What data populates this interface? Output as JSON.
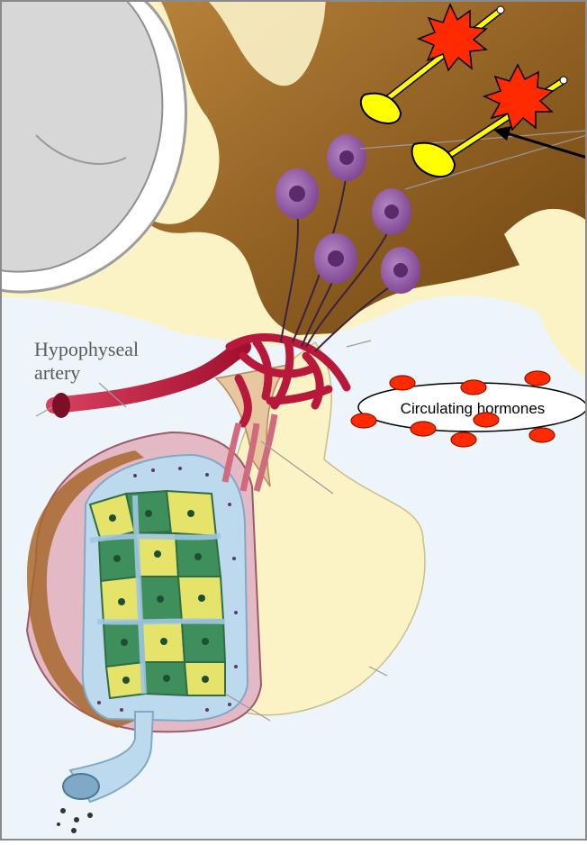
{
  "labels": {
    "hypophyseal_line1": "Hypophyseal",
    "hypophyseal_line2": "artery",
    "circulating_hormones": "Circulating hormones"
  },
  "colors": {
    "background": "#ffffff",
    "frame": "#8a8a8a",
    "brain_tissue": "#fbf2c6",
    "hypothalamus": "#9a6a2a",
    "cavity_gray": "#d9d9d9",
    "blood_vessel": "#b8183a",
    "neuron_body": "#8a4f9e",
    "neuron_nucleus": "#5a2a6b",
    "gland_pink": "#e4b9c6",
    "portal_blue": "#bcd9ee",
    "cell_yellow": "#e6e36a",
    "cell_green": "#3e8f5c",
    "terminal_yellow": "#ffff00",
    "burst_red": "#ff2a00",
    "hormone_red": "#ff2a00",
    "pointer_arrow": "#000000"
  }
}
